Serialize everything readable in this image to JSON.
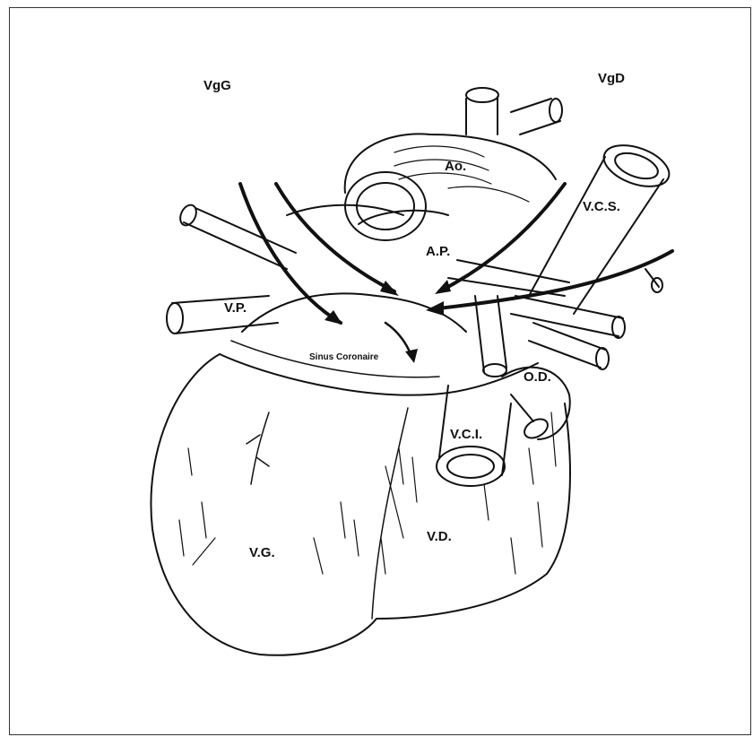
{
  "labels": {
    "vgg": "VgG",
    "vgd": "VgD",
    "ao": "Ao.",
    "vcs": "V.C.S.",
    "ap": "A.P.",
    "vp": "V.P.",
    "sinus": "Sinus Coronaire",
    "od": "O.D.",
    "vci": "V.C.I.",
    "vg": "V.G.",
    "vd": "V.D."
  },
  "colors": {
    "ink": "#111111",
    "paper": "#ffffff",
    "frame": "#333333"
  }
}
